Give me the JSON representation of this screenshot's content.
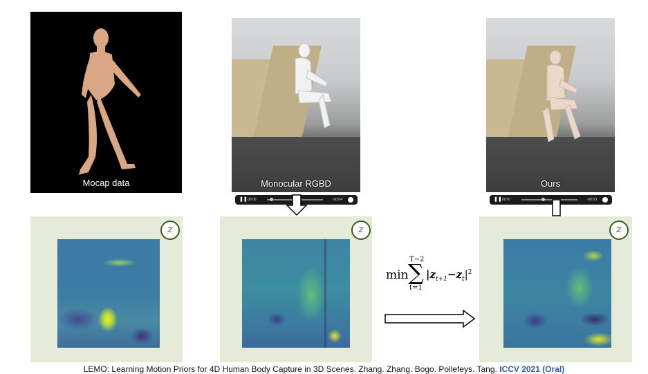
{
  "panels": {
    "mocap_caption": "Mocap data",
    "rgbd_caption": "Monocular RGBD",
    "ours_caption": "Ours"
  },
  "players": [
    {
      "time_left": "00:00",
      "time_right": "-00:04"
    },
    {
      "time_left": "00:01",
      "time_right": "-00:03"
    }
  ],
  "latent": {
    "symbol": "z"
  },
  "formula": {
    "op": "min",
    "sum_upper": "T−2",
    "sum_lower": "t=1",
    "body": "|z",
    "sub1": "t+1",
    "mid": "−z",
    "sub2": "t",
    "close": "|",
    "power": "2"
  },
  "footer": {
    "citation": "LEMO: Learning Motion Priors for 4D Human Body Capture in 3D Scenes. Zhang. Zhang. Bogo. Pollefeys. Tang.",
    "venue": "ICCV 2021 (Oral)"
  },
  "colors": {
    "heat_low": "#3b3f8c",
    "heat_mid": "#2b8a8a",
    "heat_high": "#e7e52a",
    "panel_bg": "#e4ecd9",
    "z_badge": "#3d5a21",
    "venue": "#2e5ab0"
  }
}
